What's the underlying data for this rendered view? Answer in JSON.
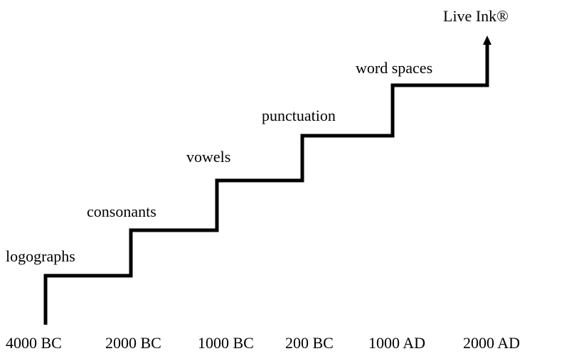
{
  "steps": [
    {
      "label": "logographs"
    },
    {
      "label": "consonants"
    },
    {
      "label": "vowels"
    },
    {
      "label": "punctuation"
    },
    {
      "label": "word spaces"
    },
    {
      "label": "Live Ink®"
    }
  ],
  "axis": [
    "4000 BC",
    "2000 BC",
    "1000 BC",
    "200 BC",
    "1000 AD",
    "2000 AD"
  ],
  "colors": {
    "line": "#000000",
    "text": "#000000"
  }
}
